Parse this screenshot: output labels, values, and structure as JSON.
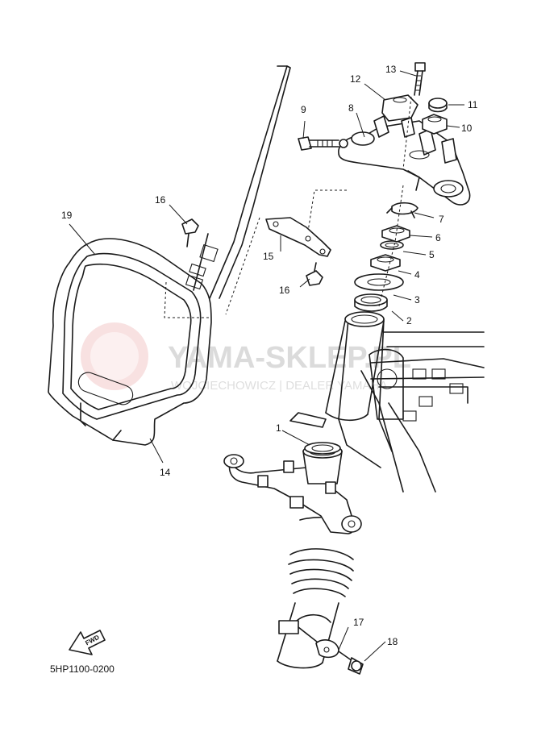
{
  "diagram": {
    "drawing_code": "5HP1100-0200",
    "fwd_label": "FWD",
    "watermark": {
      "title": "YAMA-SKLEP.PL",
      "subtitle": "WOJCIECHOWICZ | DEALER YAMAHA"
    },
    "callouts": [
      "1",
      "2",
      "3",
      "4",
      "5",
      "6",
      "7",
      "8",
      "9",
      "10",
      "11",
      "12",
      "13",
      "14",
      "15",
      "16",
      "16",
      "17",
      "18",
      "19"
    ]
  }
}
